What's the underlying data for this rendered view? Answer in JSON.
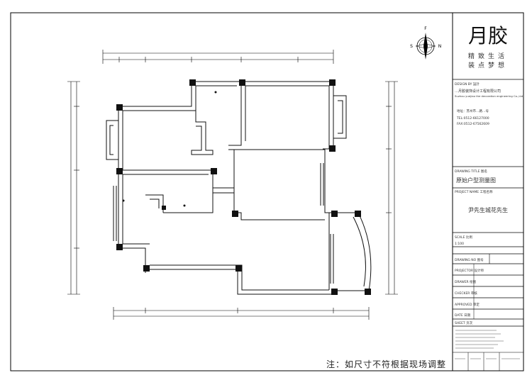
{
  "compass": {
    "north": "F",
    "west": "S",
    "east": "N"
  },
  "logo": {
    "mark": "月胶",
    "slogan_line1": "精致生活",
    "slogan_line2": "装点梦想"
  },
  "company": {
    "label": "DESIGN BY 設計",
    "name_cn": "…月胶装饰设计工程有限公司",
    "name_en": "Suzhou yuejiao the decoration engineering Co.,Ltd",
    "address": "地址：苏州市…路…号",
    "tel": "TEL:0512-66127000",
    "fax": "FAX:0512-67562609"
  },
  "drawing": {
    "label": "DRAWING TITLE 图名",
    "title": "原始户型测量图"
  },
  "project": {
    "label": "PROJECT NAME 工程名称",
    "name": "尹先生城花先生"
  },
  "scale": {
    "label": "SCALE 比例",
    "value": "1:100"
  },
  "rows": [
    {
      "label": "DRAWING NO 图号",
      "value": ""
    },
    {
      "label": "PROJECTOR 设计师",
      "value": ""
    },
    {
      "label": "DRAWER 绘图",
      "value": ""
    },
    {
      "label": "CHECKER 审核",
      "value": ""
    },
    {
      "label": "APPROVED 审定",
      "value": ""
    },
    {
      "label": "DATE 日期",
      "value": ""
    },
    {
      "label": "SHEET 页次",
      "value": ""
    }
  ],
  "notice": "注：如尺寸不符根据现场调整",
  "colors": {
    "line": "#111111",
    "frame": "#000000",
    "wall_fill": "#ffffff"
  }
}
